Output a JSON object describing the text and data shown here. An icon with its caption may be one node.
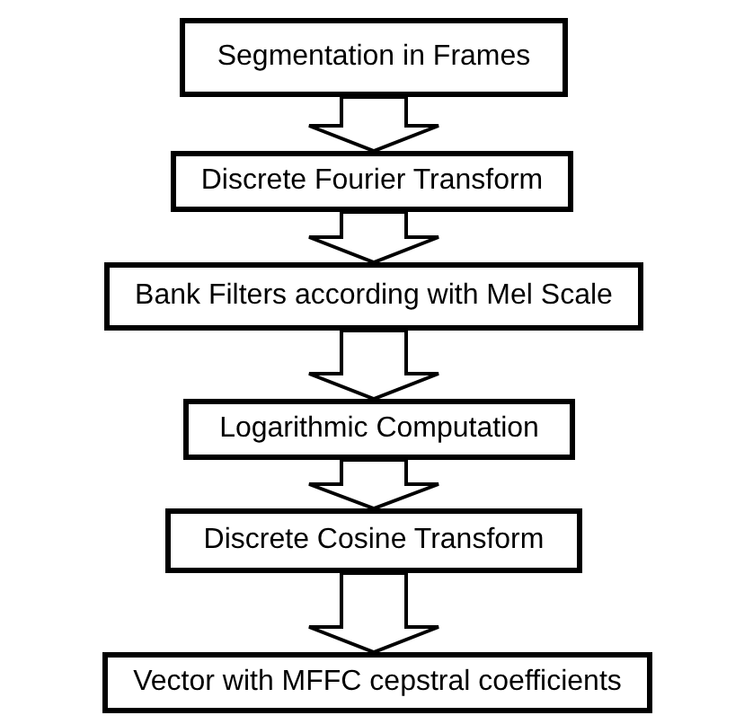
{
  "diagram": {
    "nodes": [
      {
        "text": [
          "Segmentation in Frames"
        ]
      },
      {
        "text": [
          "Discrete Fourier Transform"
        ]
      },
      {
        "text": [
          "Bank Filters according with Mel Scale"
        ]
      },
      {
        "text": [
          "Logarithmic Computation"
        ]
      },
      {
        "text": [
          "Discrete Cosine Transform"
        ]
      },
      {
        "text": [
          "Vector with MFFC cepstral coefficients"
        ]
      }
    ],
    "edges": [
      {
        "from": 0,
        "to": 1,
        "arrow": "to"
      },
      {
        "from": 1,
        "to": 2,
        "arrow": "to"
      },
      {
        "from": 2,
        "to": 3,
        "arrow": "to"
      },
      {
        "from": 3,
        "to": 4,
        "arrow": "to"
      },
      {
        "from": 4,
        "to": 5,
        "arrow": "to"
      }
    ]
  }
}
